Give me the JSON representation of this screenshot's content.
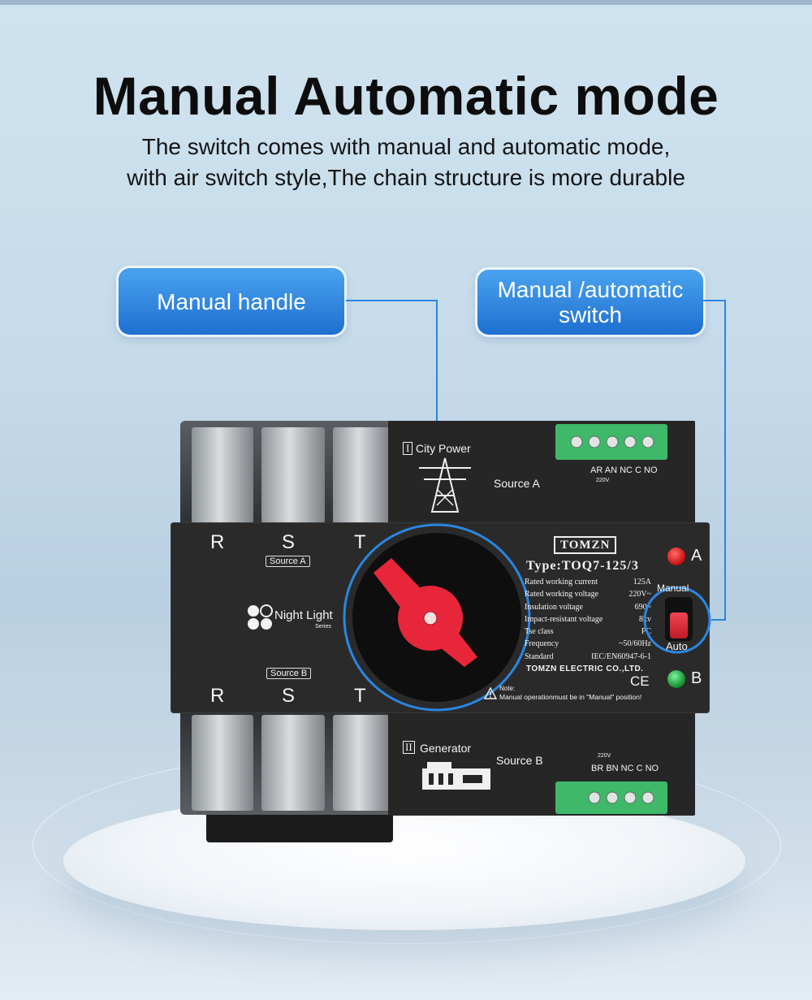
{
  "header": {
    "title": "Manual Automatic mode",
    "subtitle_line1": "The switch comes with manual and automatic mode,",
    "subtitle_line2": "with air switch style,The chain structure is more durable"
  },
  "callouts": {
    "left": "Manual handle",
    "right_line1": "Manual /automatic",
    "right_line2": "switch"
  },
  "device": {
    "phases": [
      "R",
      "S",
      "T"
    ],
    "source_a_tag": "Source A",
    "source_b_tag": "Source B",
    "brand_mark": "Night Light",
    "brand_sub": "Series",
    "city_power_num": "I",
    "city_power": "City Power",
    "source_a_label": "Source A",
    "generator_num": "II",
    "generator": "Generator",
    "source_b_label": "Source B",
    "top_terminals": "AR AN  NC  C  NO",
    "top_voltage": "220V",
    "bottom_voltage": "220V",
    "bottom_terminals": "BR BN  NC  C  NO",
    "logo": "TOMZN",
    "model": "Type:TOQ7-125/3",
    "specs": [
      {
        "name": "Rated working current",
        "value": "125A"
      },
      {
        "name": "Rated working voltage",
        "value": "220V~"
      },
      {
        "name": "Insulation voltage",
        "value": "690~"
      },
      {
        "name": "Impact-resistant voltage",
        "value": "8kv"
      },
      {
        "name": "Tse class",
        "value": "PC"
      },
      {
        "name": "Frequency",
        "value": "~50/60Hz"
      },
      {
        "name": "Standard",
        "value": "IEC/EN60947-6-1"
      }
    ],
    "company": "TOMZN ELECTRIC CO.,LTD.",
    "ce": "CE",
    "note_title": "Note:",
    "note_text": "Manual operationmust be in \"Manual\" position!",
    "indicator_a": "A",
    "indicator_b": "B",
    "switch_manual": "Manual",
    "switch_auto": "Auto",
    "colors": {
      "body": "#262626",
      "handle": "#e8263a",
      "indicator_a": "#d11a1a",
      "indicator_b": "#1d9a3a",
      "terminal": "#3fb86a"
    }
  }
}
